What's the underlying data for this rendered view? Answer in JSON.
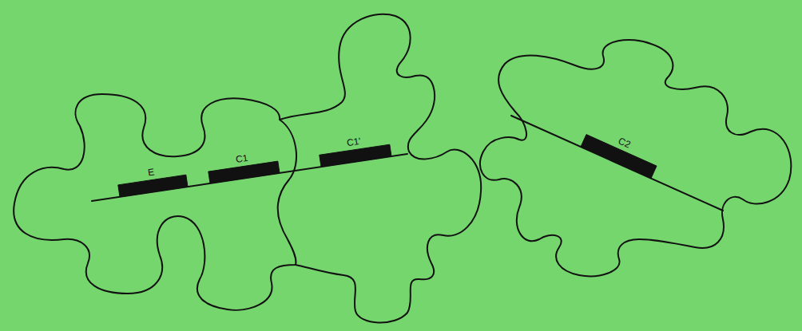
{
  "diagram": {
    "labels": [
      "E",
      "C1",
      "C1'",
      "C2"
    ]
  }
}
